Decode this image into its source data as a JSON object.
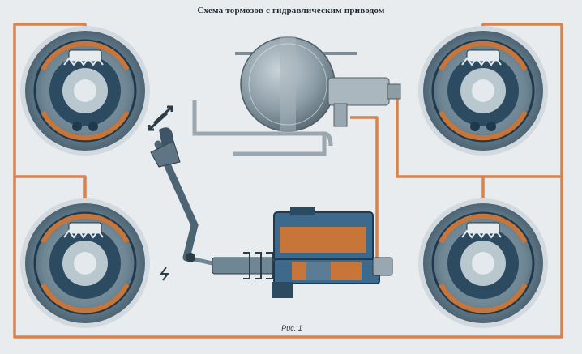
{
  "diagram": {
    "title": "Схема тормозов с гидравлическим приводом",
    "caption": "Рис. 1"
  },
  "colors": {
    "pipe": "#d9824a",
    "drum_outer": "#6f8694",
    "drum_inner": "#1f3a4e",
    "fluid": "#c8753a",
    "body_blue": "#3d6a8c",
    "metal": "#9aa7b0",
    "background": "#e9ecee"
  },
  "components": [
    {
      "name": "front-left-brake-drum",
      "icon": "brake-drum-icon"
    },
    {
      "name": "front-right-brake-drum",
      "icon": "brake-drum-icon"
    },
    {
      "name": "rear-left-brake-drum",
      "icon": "brake-drum-icon"
    },
    {
      "name": "rear-right-brake-drum",
      "icon": "brake-drum-icon"
    },
    {
      "name": "vacuum-booster",
      "icon": "booster-icon"
    },
    {
      "name": "master-cylinder",
      "icon": "master-cylinder-icon"
    },
    {
      "name": "brake-pedal",
      "icon": "pedal-icon"
    },
    {
      "name": "direction-arrows",
      "icon": "double-arrow-icon"
    }
  ]
}
